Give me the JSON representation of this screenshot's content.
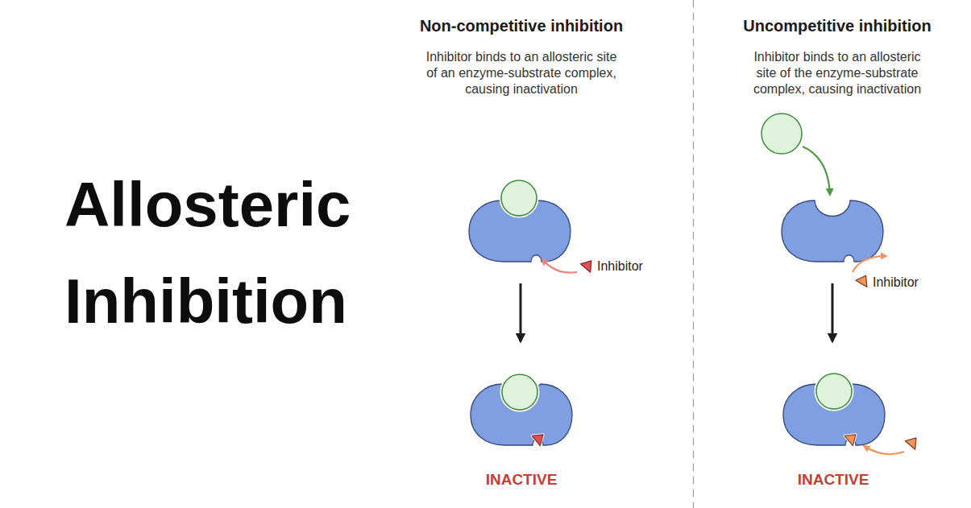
{
  "diagram": {
    "title": "Allosteric Inhibition",
    "labels": [
      "Non-competitive inhibition",
      "Inhibitor binds to an allosteric site of an enzyme-substrate complex, causing inactivation",
      "Inhibitor",
      "INACTIVE",
      "Uncompetitive inhibition",
      "Inhibitor binds to an allosteric site of the enzyme-substrate complex, causing inactivation",
      "Inhibitor",
      "INACTIVE"
    ]
  }
}
